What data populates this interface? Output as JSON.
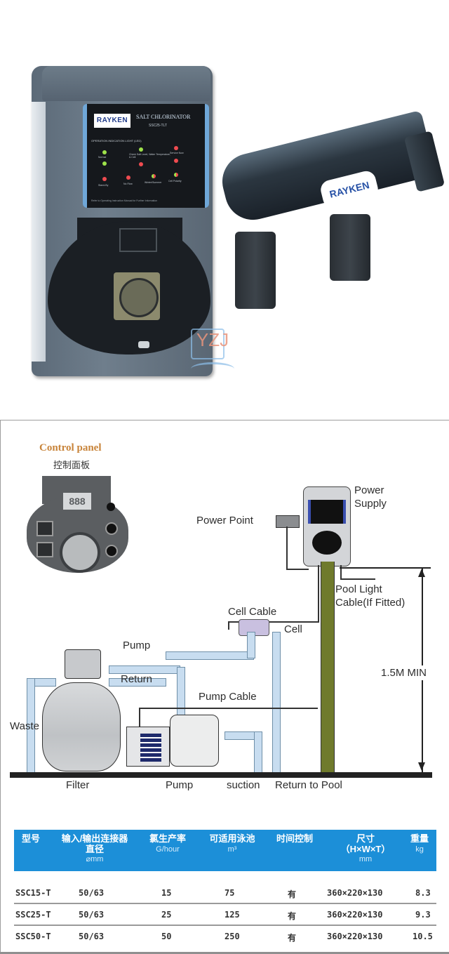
{
  "product": {
    "control_box": {
      "brand": "RAYKEN",
      "title": "SALT CHLORINATOR",
      "model": "SSC25-TLT",
      "indicator_heading": "OPERATION INDICATION LIGHT (LED)",
      "leds": [
        {
          "label": "Normal",
          "color": "green"
        },
        {
          "label": "Check Salt Level, Water Temperature, & Cell",
          "color": "green"
        },
        {
          "label": "Service Now",
          "color": "red"
        },
        {
          "label": "Stand-By",
          "color": "red"
        },
        {
          "label": "No Flow",
          "color": "red"
        },
        {
          "label": "Winter/Summer",
          "color": "mixed"
        },
        {
          "label": "Cell Polarity",
          "color": "mixed"
        }
      ],
      "footer_note": "Refer to Operating Instruction Manual for Further Information"
    },
    "cell": {
      "brand": "RAYKEN"
    },
    "watermark": "YZJ"
  },
  "diagram": {
    "control_panel_title": "Control panel",
    "control_panel_subtitle": "控制面板",
    "lcd_value": "888",
    "labels": {
      "power_supply_line1": "Power",
      "power_supply_line2": "Supply",
      "power_point": "Power Point",
      "pool_light_line1": "Pool Light",
      "pool_light_line2": "Cable(If Fitted)",
      "cell_cable": "Cell Cable",
      "cell": "Cell",
      "pump_top": "Pump",
      "return": "Return",
      "pump_cable": "Pump  Cable",
      "waste": "Waste",
      "min_height": "1.5M MIN",
      "filter": "Filter",
      "pump_bottom": "Pump",
      "suction": "suction",
      "return_to_pool": "Return to Pool"
    },
    "colors": {
      "pipe": "#c8ddf0",
      "wall": "#6f7a2c",
      "label_orange": "#c8843a"
    }
  },
  "spec_table": {
    "header_color": "#1c8fd8",
    "columns": [
      {
        "label": "型号",
        "sub": "",
        "unit": ""
      },
      {
        "label": "输入/输出连接器",
        "sub": "直径",
        "unit": "⌀mm"
      },
      {
        "label": "氯生产率",
        "sub": "",
        "unit": "G/hour"
      },
      {
        "label": "可适用泳池",
        "sub": "",
        "unit": "m³"
      },
      {
        "label": "时间控制",
        "sub": "",
        "unit": ""
      },
      {
        "label": "尺寸",
        "sub": "（H×W×T）",
        "unit": "mm"
      },
      {
        "label": "重量",
        "sub": "",
        "unit": "kg"
      }
    ],
    "rows": [
      {
        "model": "SSC15-T",
        "connector": "50/63",
        "output": "15",
        "pool": "75",
        "timer": "有",
        "size": "360×220×130",
        "weight": "8.3"
      },
      {
        "model": "SSC25-T",
        "connector": "50/63",
        "output": "25",
        "pool": "125",
        "timer": "有",
        "size": "360×220×130",
        "weight": "9.3"
      },
      {
        "model": "SSC50-T",
        "connector": "50/63",
        "output": "50",
        "pool": "250",
        "timer": "有",
        "size": "360×220×130",
        "weight": "10.5"
      }
    ]
  }
}
